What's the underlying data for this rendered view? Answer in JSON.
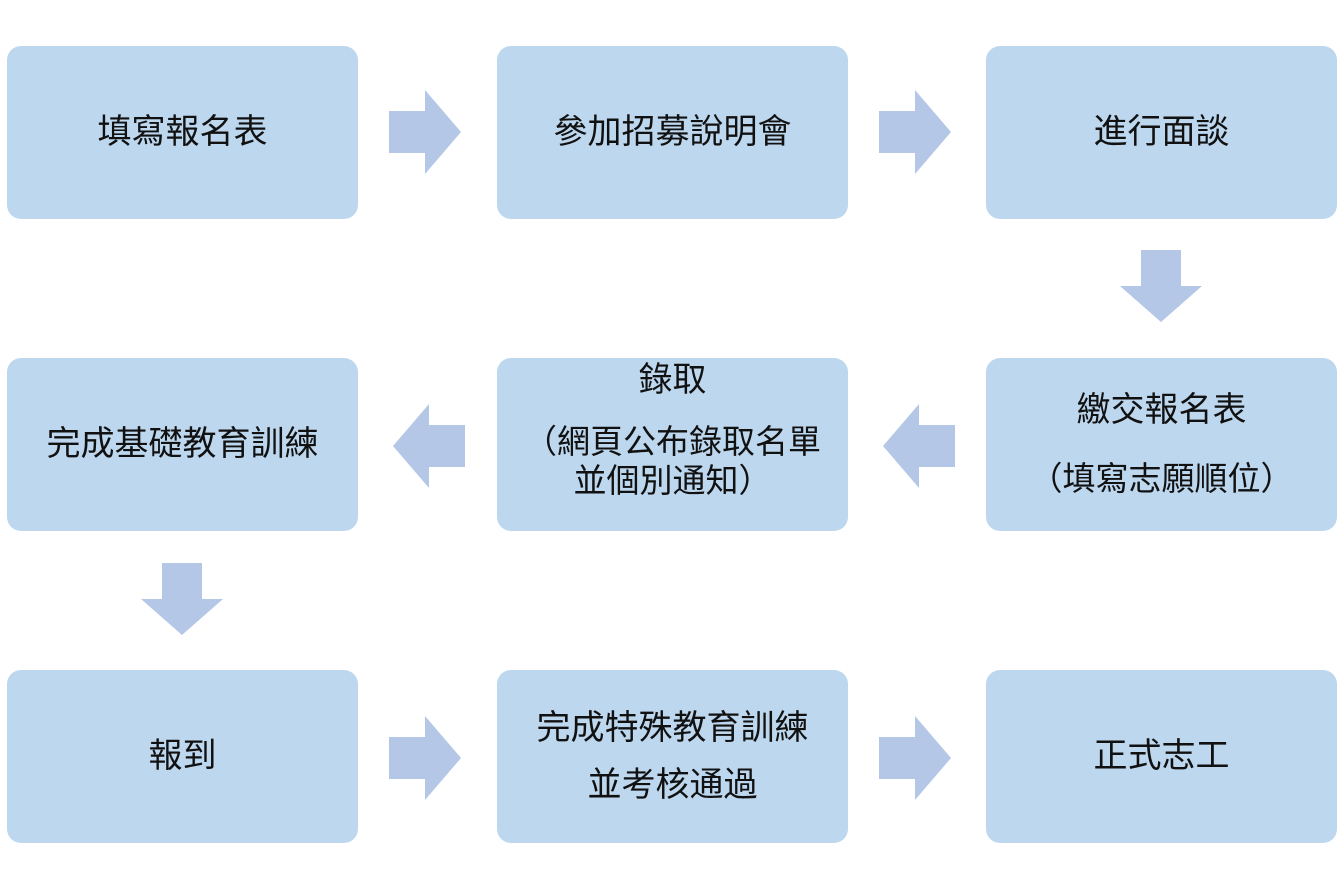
{
  "colors": {
    "box_fill": "#bdd7ee",
    "arrow_fill": "#b4c7e7",
    "text": "#111111"
  },
  "steps": [
    {
      "lines": [
        "填寫報名表"
      ]
    },
    {
      "lines": [
        "參加招募說明會"
      ]
    },
    {
      "lines": [
        "進行面談"
      ]
    },
    {
      "lines": [
        "繳交報名表",
        "（填寫志願順位）"
      ]
    },
    {
      "lines": [
        "錄取",
        "（網頁公布錄取名單",
        "並個別通知）"
      ]
    },
    {
      "lines": [
        "完成基礎教育訓練"
      ]
    },
    {
      "lines": [
        "報到"
      ]
    },
    {
      "lines": [
        "完成特殊教育訓練",
        "並考核通過"
      ]
    },
    {
      "lines": [
        "正式志工"
      ]
    }
  ],
  "arrows": [
    {
      "from": 1,
      "to": 2,
      "direction": "right"
    },
    {
      "from": 2,
      "to": 3,
      "direction": "right"
    },
    {
      "from": 3,
      "to": 4,
      "direction": "down"
    },
    {
      "from": 4,
      "to": 5,
      "direction": "left"
    },
    {
      "from": 5,
      "to": 6,
      "direction": "left"
    },
    {
      "from": 6,
      "to": 7,
      "direction": "down"
    },
    {
      "from": 7,
      "to": 8,
      "direction": "right"
    },
    {
      "from": 8,
      "to": 9,
      "direction": "right"
    }
  ]
}
